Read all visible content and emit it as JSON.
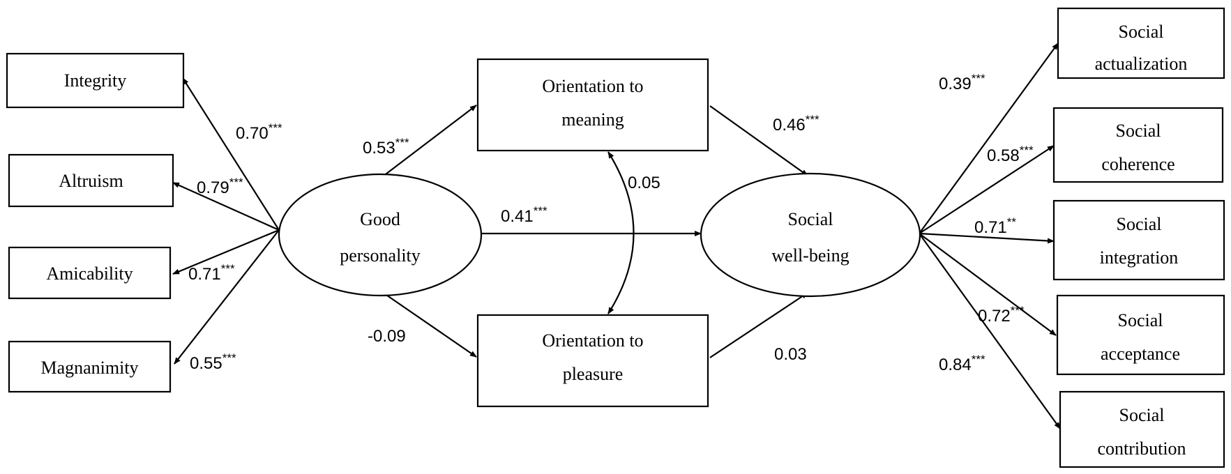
{
  "nodes": {
    "integrity": [
      "Integrity"
    ],
    "altruism": [
      "Altruism"
    ],
    "amicability": [
      "Amicability"
    ],
    "magnanimity": [
      "Magnanimity"
    ],
    "good_personality": [
      "Good",
      "personality"
    ],
    "orientation_meaning": [
      "Orientation to",
      "meaning"
    ],
    "orientation_pleasure": [
      "Orientation to",
      "pleasure"
    ],
    "social_wellbeing": [
      "Social",
      "well-being"
    ],
    "social_actualization": [
      "Social",
      "actualization"
    ],
    "social_coherence": [
      "Social",
      "coherence"
    ],
    "social_integration": [
      "Social",
      "integration"
    ],
    "social_acceptance": [
      "Social",
      "acceptance"
    ],
    "social_contribution": [
      "Social",
      "contribution"
    ]
  },
  "edges": {
    "gp_integrity": {
      "value": "0.70",
      "sig": "***"
    },
    "gp_altruism": {
      "value": "0.79",
      "sig": "***"
    },
    "gp_amicability": {
      "value": "0.71",
      "sig": "***"
    },
    "gp_magnanimity": {
      "value": "0.55",
      "sig": "***"
    },
    "gp_meaning": {
      "value": "0.53",
      "sig": "***"
    },
    "gp_pleasure": {
      "value": "-0.09",
      "sig": ""
    },
    "gp_wellbeing": {
      "value": "0.41",
      "sig": "***"
    },
    "meaning_pleasure": {
      "value": "0.05",
      "sig": ""
    },
    "meaning_wellbeing": {
      "value": "0.46",
      "sig": "***"
    },
    "pleasure_wellbeing": {
      "value": "0.03",
      "sig": ""
    },
    "wb_actualization": {
      "value": "0.39",
      "sig": "***"
    },
    "wb_coherence": {
      "value": "0.58",
      "sig": "***"
    },
    "wb_integration": {
      "value": "0.71",
      "sig": "**"
    },
    "wb_acceptance": {
      "value": "0.72",
      "sig": "***"
    },
    "wb_contribution": {
      "value": "0.84",
      "sig": "***"
    }
  }
}
